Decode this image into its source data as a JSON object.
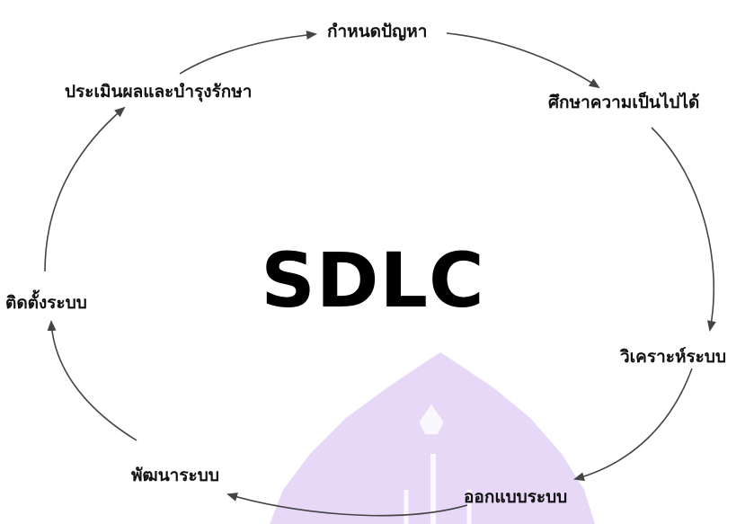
{
  "diagram": {
    "title": "SDLC",
    "phases": [
      "กำหนดปัญหา",
      "ศึกษาความเป็นไปได้",
      "วิเคราะห์ระบบ",
      "ออกแบบระบบ",
      "พัฒนาระบบ",
      "ติดตั้งระบบ",
      "ประเมินผลและบำรุงรักษา"
    ]
  },
  "colors": {
    "arrow": "#444444",
    "text": "#111111",
    "watermark": "#c8a8ec"
  }
}
